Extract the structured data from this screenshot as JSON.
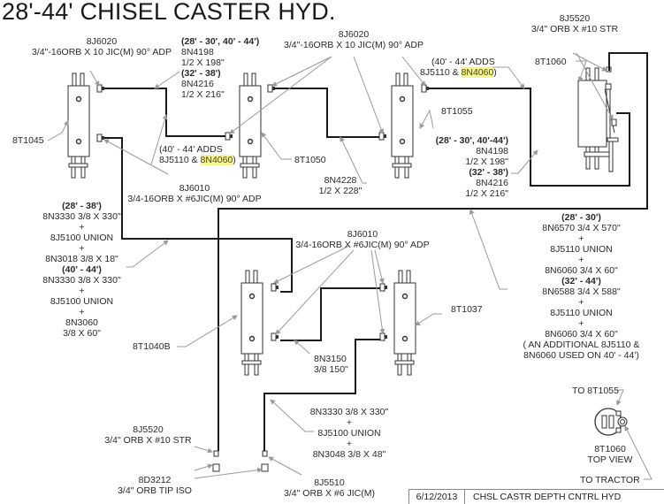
{
  "title": "28'-44' CHISEL CASTER HYD.",
  "labels": {
    "j6020_left_part": "8J6020",
    "j6020_left_desc": "3/4\"-16ORB X 10 JIC(M) 90° ADP",
    "hose_top_a_range": "(28' - 30', 40' - 44')",
    "hose_top_a_part": "8N4198",
    "hose_top_a_size": "1/2 X 198\"",
    "hose_top_b_range": "(32' - 38')",
    "hose_top_b_part": "8N4216",
    "hose_top_b_size": "1/2 X 216\"",
    "j6020_right_part": "8J6020",
    "j6020_right_desc": "3/4\"-16ORB X 10 JIC(M) 90° ADP",
    "adds_right_line1": "(40' - 44' ADDS",
    "adds_right_prefix": "8J5110 & ",
    "adds_right_highlight": "8N4060",
    "adds_right_suffix": ")",
    "j5520_top_part": "8J5520",
    "j5520_top_desc": "3/4\" ORB X #10 STR",
    "t1060_label": "8T1060",
    "t1045_label": "8T1045",
    "adds_left_line1": "(40' - 44' ADDS",
    "adds_left_prefix": "8J5110 & ",
    "adds_left_highlight": "8N4060",
    "adds_left_suffix": ")",
    "t1050_label": "8T1050",
    "t1055_label": "8T1055",
    "n4228_part": "8N4228",
    "n4228_size": "1/2 X 228\"",
    "hose_right_a_range": "(28' - 30', 40'-44')",
    "hose_right_a_part": "8N4198",
    "hose_right_a_size": "1/2 X 198\"",
    "hose_right_b_range": "(32' - 38')",
    "hose_right_b_part": "8N4216",
    "hose_right_b_size": "1/2 X 216\"",
    "j6010_left_part": "8J6010",
    "j6010_left_desc": "3/4-16ORB X #6JIC(M) 90° ADP",
    "left_stack": [
      {
        "text": "(28' - 38')",
        "bold": true
      },
      {
        "text": "8N3330 3/8 X 330\"",
        "bold": false
      },
      {
        "text": "+",
        "bold": false
      },
      {
        "text": "8J5100 UNION",
        "bold": false
      },
      {
        "text": "+",
        "bold": false
      },
      {
        "text": "8N3018 3/8 X 18\"",
        "bold": false
      },
      {
        "text": "(40' - 44')",
        "bold": true
      },
      {
        "text": "8N3330 3/8 X 330\"",
        "bold": false
      },
      {
        "text": "+",
        "bold": false
      },
      {
        "text": "8J5100 UNION",
        "bold": false
      },
      {
        "text": "+",
        "bold": false
      },
      {
        "text": "8N3060",
        "bold": false
      },
      {
        "text": "3/8 X 60\"",
        "bold": false
      }
    ],
    "j6010_mid_part": "8J6010",
    "j6010_mid_desc": "3/4-16ORB X #6JIC(M) 90° ADP",
    "right_stack": [
      {
        "text": "(28' - 30')",
        "bold": true
      },
      {
        "text": "8N6570 3/4 X 570\"",
        "bold": false
      },
      {
        "text": "+",
        "bold": false
      },
      {
        "text": "8J5110 UNION",
        "bold": false
      },
      {
        "text": "+",
        "bold": false
      },
      {
        "text": "8N6060 3/4 X 60\"",
        "bold": false
      },
      {
        "text": "(32' - 44')",
        "bold": true
      },
      {
        "text": "8N6588 3/4 X 588\"",
        "bold": false
      },
      {
        "text": "+",
        "bold": false
      },
      {
        "text": "8J5110 UNION",
        "bold": false
      },
      {
        "text": "+",
        "bold": false
      },
      {
        "text": "8N6060 3/4 X 60\"",
        "bold": false
      },
      {
        "text": "( AN ADDITIONAL 8J5110 &",
        "bold": false
      },
      {
        "text": "8N6060 USED ON 40' - 44')",
        "bold": false
      }
    ],
    "t1037_label": "8T1037",
    "t1040b_label": "8T1040B",
    "n3150_part": "8N3150",
    "n3150_size": "3/8 150\"",
    "bottom_stack": [
      "8N3330 3/8 X 330\"",
      "+",
      "8J5100 UNION",
      "+",
      "8N3048 3/8 X 48\""
    ],
    "j5520_bottom_part": "8J5520",
    "j5520_bottom_desc": "3/4\" ORB X #10 STR",
    "d3212_part": "8D3212",
    "d3212_desc": "3/4\" ORB TIP ISO",
    "j5510_part": "8J5510",
    "j5510_desc": "3/4\" ORB X #6 JIC(M)",
    "to_8t1055": "TO 8T1055",
    "top_view_part": "8T1060",
    "top_view_caption": "TOP VIEW",
    "to_tractor": "TO TRACTOR"
  },
  "title_block": {
    "date": "6/12/2013",
    "drawing_title": "CHSL CASTR DEPTH CNTRL HYD"
  },
  "colors": {
    "line": "#1a1a1a",
    "leader": "#9a9a9a",
    "highlight": "#f4f49a"
  }
}
